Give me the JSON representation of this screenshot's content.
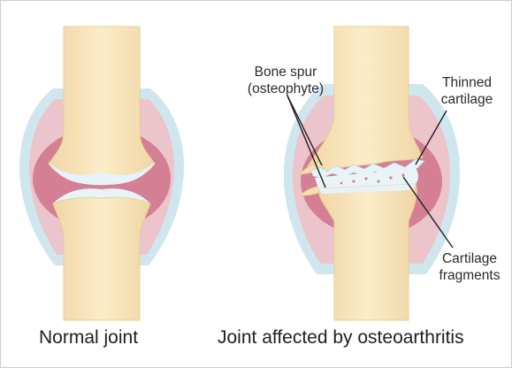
{
  "figure": {
    "captions": {
      "normal": "Normal joint",
      "affected": "Joint affected by osteoarthritis"
    },
    "labels": {
      "bone_spur_line1": "Bone spur",
      "bone_spur_line2": "(osteophyte)",
      "thinned_line1": "Thinned",
      "thinned_line2": "cartilage",
      "fragments_line1": "Cartilage",
      "fragments_line2": "fragments"
    }
  },
  "colors": {
    "capsule_outer": "#cfe6ee",
    "capsule_mid": "#ecc4cc",
    "synovial": "#d47f93",
    "bone": "#f8e6be",
    "bone_edge": "#e7cf9a",
    "cartilage": "#e6f3f8",
    "callout_line": "#1e1e1e"
  }
}
